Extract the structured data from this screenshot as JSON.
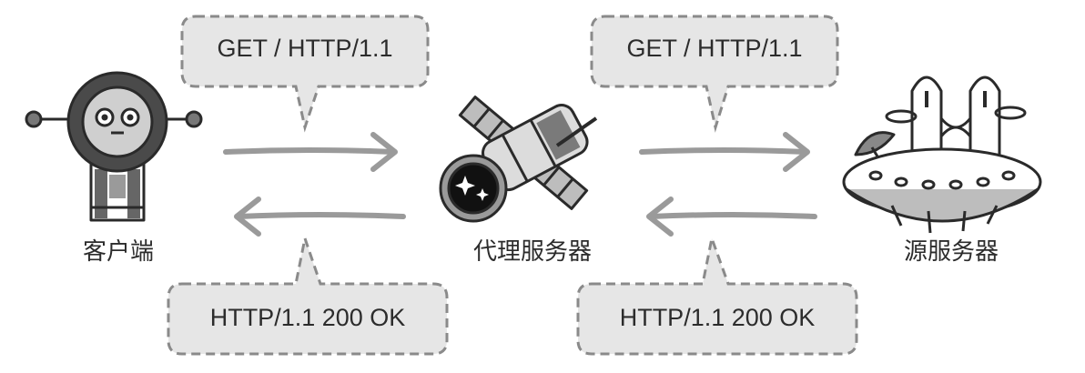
{
  "nodes": {
    "client": {
      "label": "客户端"
    },
    "proxy": {
      "label": "代理服务器"
    },
    "origin": {
      "label": "源服务器"
    }
  },
  "messages": {
    "client_to_proxy_request": "GET / HTTP/1.1",
    "proxy_to_origin_request": "GET / HTTP/1.1",
    "proxy_to_client_response": "HTTP/1.1 200 OK",
    "origin_to_proxy_response": "HTTP/1.1 200 OK"
  },
  "colors": {
    "bubble_fill": "#e6e6e6",
    "bubble_border": "#8a8a8a",
    "arrow": "#9a9a9a",
    "ink": "#2a2a2a",
    "shade": "#555555"
  }
}
